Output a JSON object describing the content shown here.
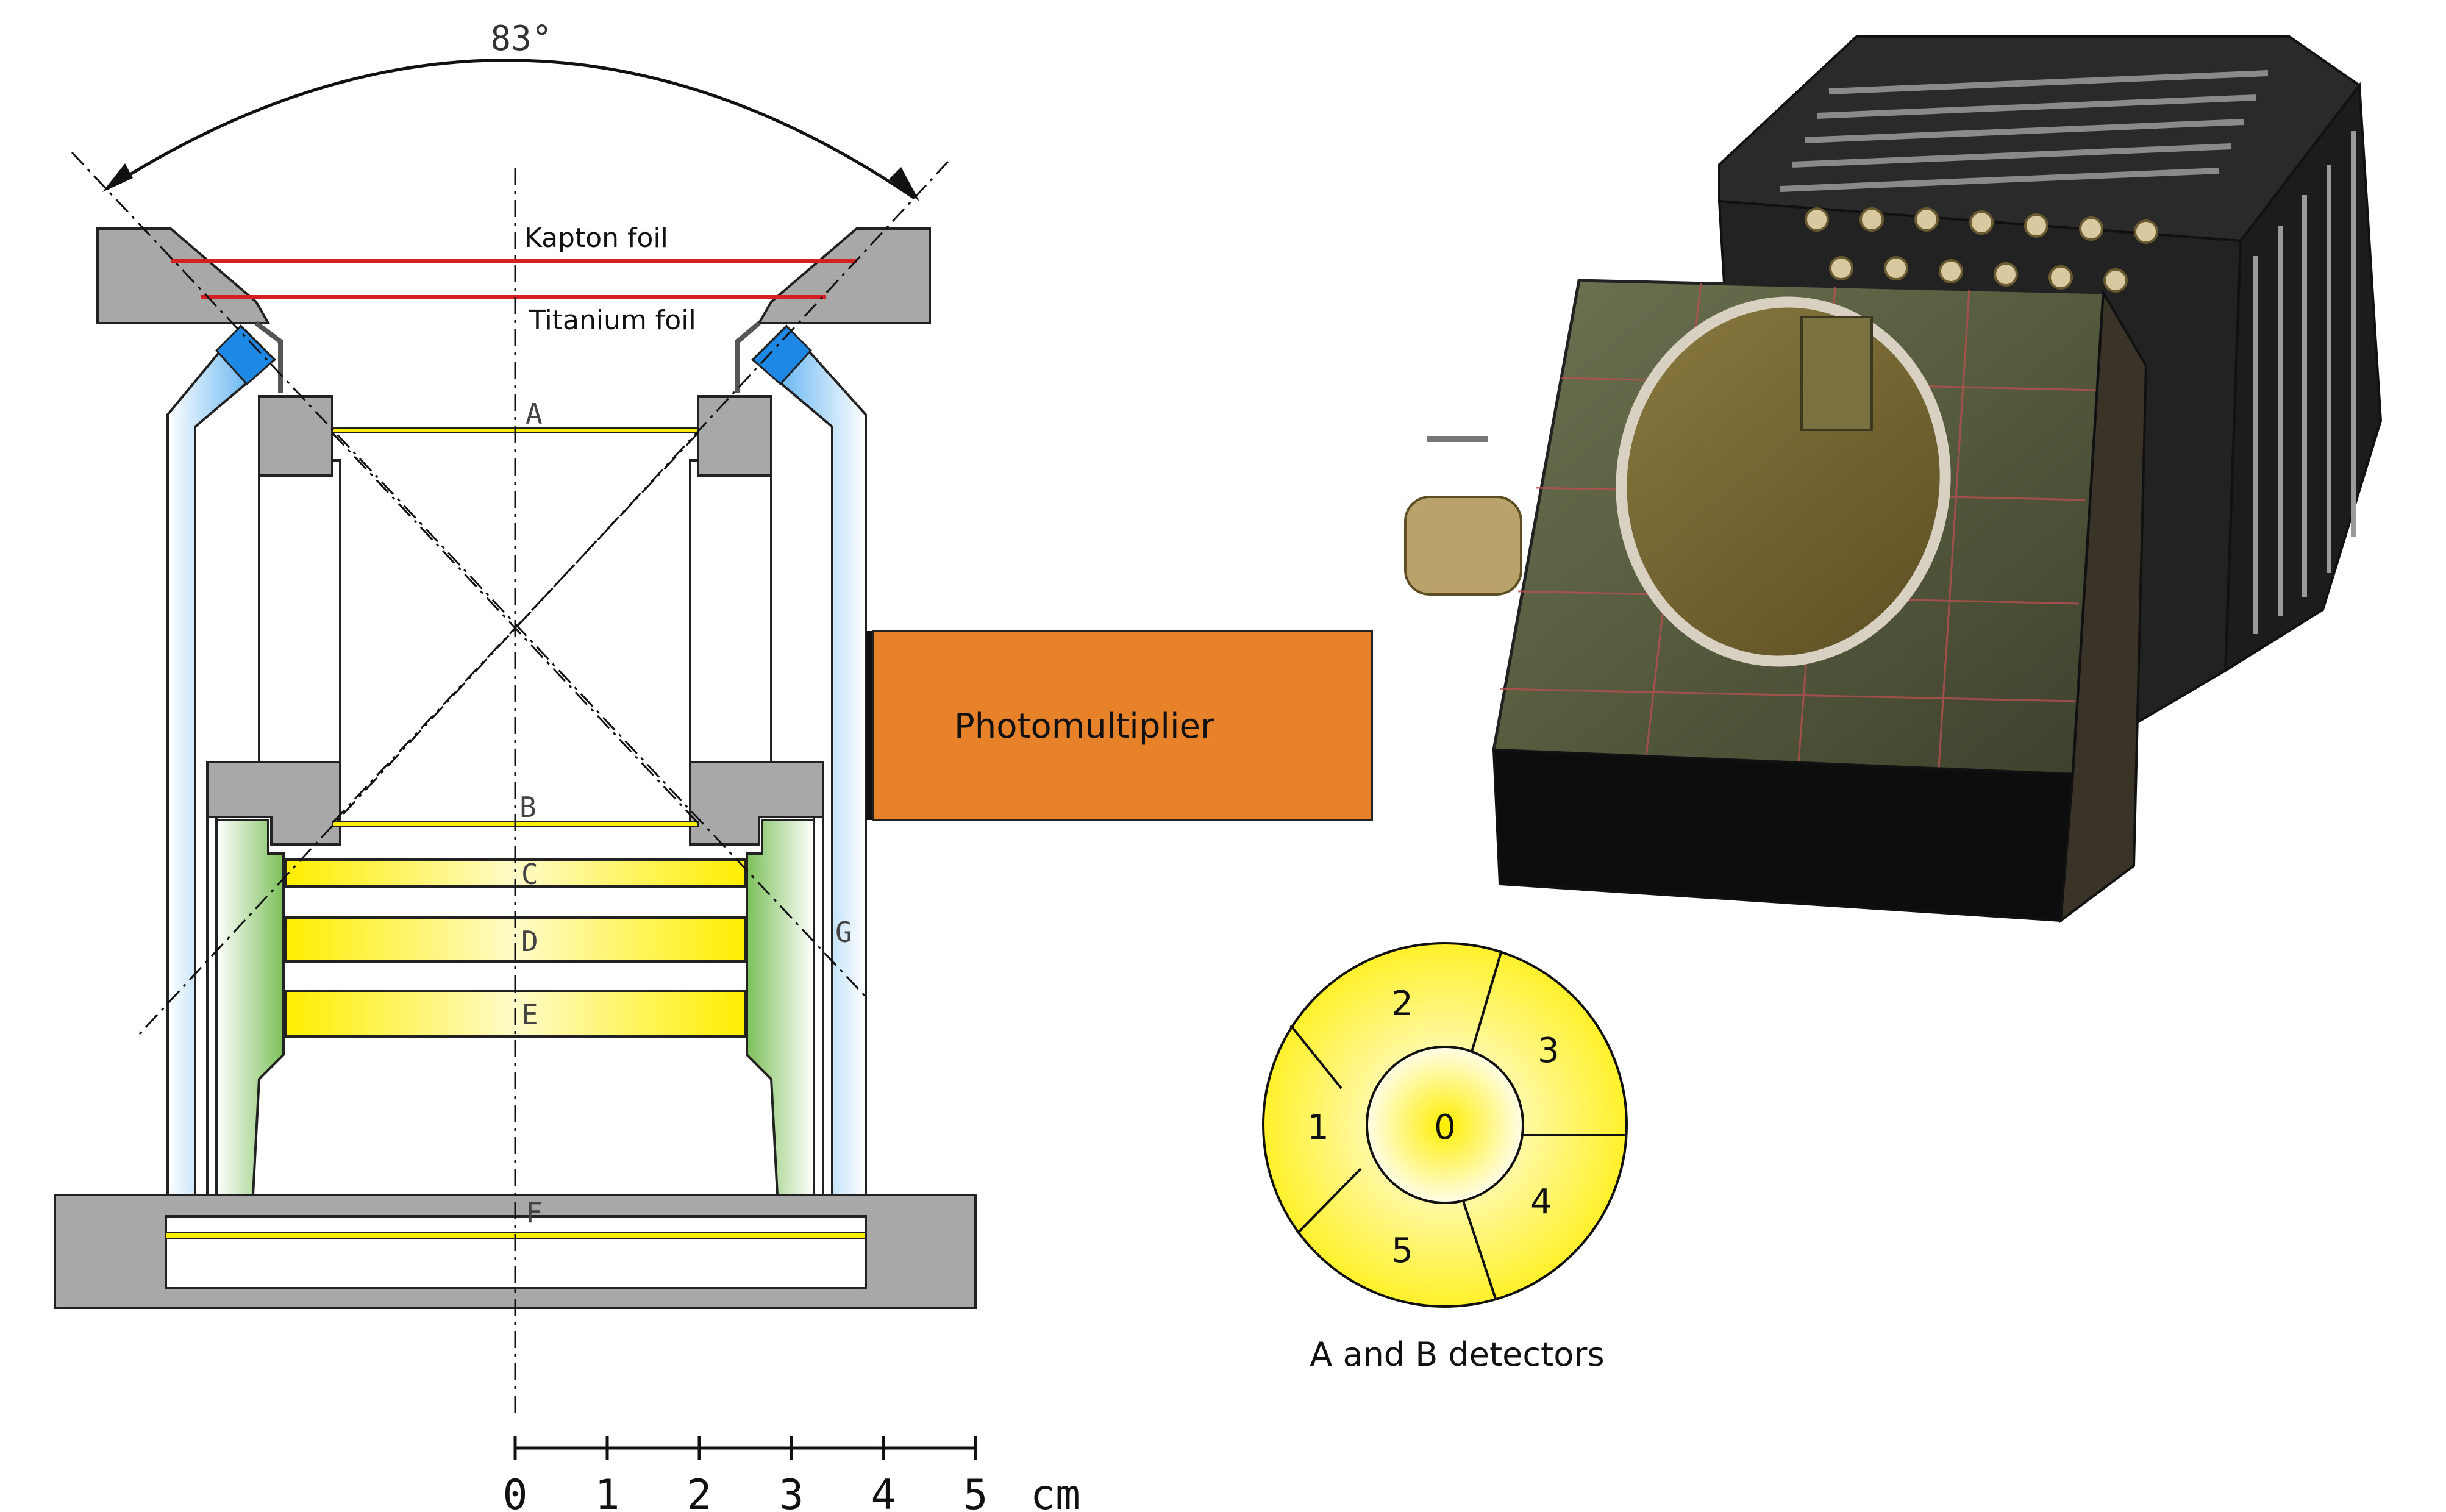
{
  "angle_label": "83°",
  "foils": {
    "kapton": "Kapton foil",
    "titanium": "Titanium foil"
  },
  "detector_letters": {
    "a": "A",
    "b": "B",
    "c": "C",
    "d": "D",
    "e": "E",
    "f": "F",
    "g": "G"
  },
  "photomultiplier_label": "Photomultiplier",
  "scale": {
    "ticks": [
      "0",
      "1",
      "2",
      "3",
      "4",
      "5"
    ],
    "unit": "cm"
  },
  "segments": {
    "s0": "0",
    "s1": "1",
    "s2": "2",
    "s3": "3",
    "s4": "4",
    "s5": "5"
  },
  "segment_caption": "A and B detectors",
  "colors": {
    "housing_gray": "#a8a8a8",
    "scintillator_blue": "#1e88e5",
    "guard_green": "#7cc05a",
    "detector_yellow": "#ffee00",
    "photomultiplier_orange": "#e8822a",
    "foil_red": "#d42020"
  }
}
